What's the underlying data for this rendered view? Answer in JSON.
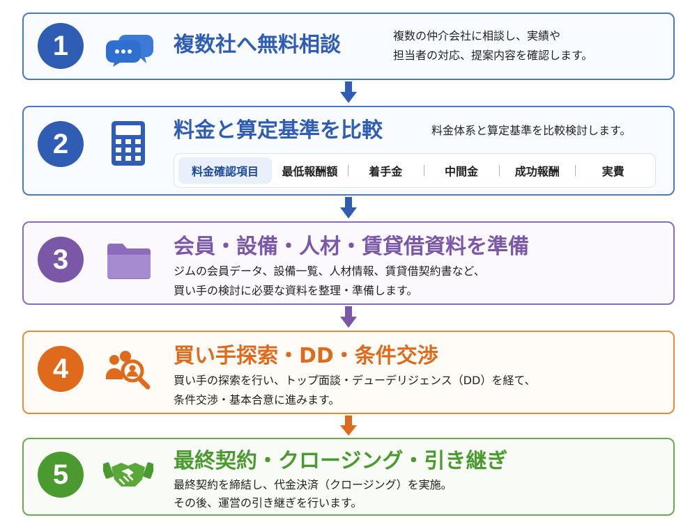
{
  "steps": [
    {
      "number": "1",
      "title": "複数社へ無料相談",
      "description": [
        "複数の仲介会社に相談し、実績や",
        "担当者の対応、提案内容を確認します。"
      ],
      "icon": "chat-bubbles-icon",
      "color": "#2f5db4"
    },
    {
      "number": "2",
      "title": "料金と算定基準を比較",
      "description": [
        "料金体系と算定基準を比較検討します。"
      ],
      "icon": "calculator-icon",
      "color": "#2f5db4",
      "comparison_header": "料金確認項目",
      "comparison_items": [
        "最低報酬額",
        "着手金",
        "中間金",
        "成功報酬",
        "実費"
      ]
    },
    {
      "number": "3",
      "title": "会員・設備・人材・賃貸借資料を準備",
      "description": [
        "ジムの会員データ、設備一覧、人材情報、賃貸借契約書など、",
        "買い手の検討に必要な資料を整理・準備します。"
      ],
      "icon": "folder-icon",
      "color": "#7b57a8"
    },
    {
      "number": "4",
      "title": "買い手探索・DD・条件交渉",
      "description": [
        "買い手の探索を行い、トップ面談・デューデリジェンス（DD）を経て、",
        "条件交渉・基本合意に進みます。"
      ],
      "icon": "people-search-icon",
      "color": "#e06a1b"
    },
    {
      "number": "5",
      "title": "最終契約・クロージング・引き継ぎ",
      "description": [
        "最終契約を締結し、代金決済（クロージング）を実施。",
        "その後、運営の引き継ぎを行います。"
      ],
      "icon": "handshake-icon",
      "color": "#4b9a2f"
    }
  ],
  "arrow_colors": [
    "#2f5db4",
    "#2f5db4",
    "#7b57a8",
    "#e06a1b"
  ]
}
